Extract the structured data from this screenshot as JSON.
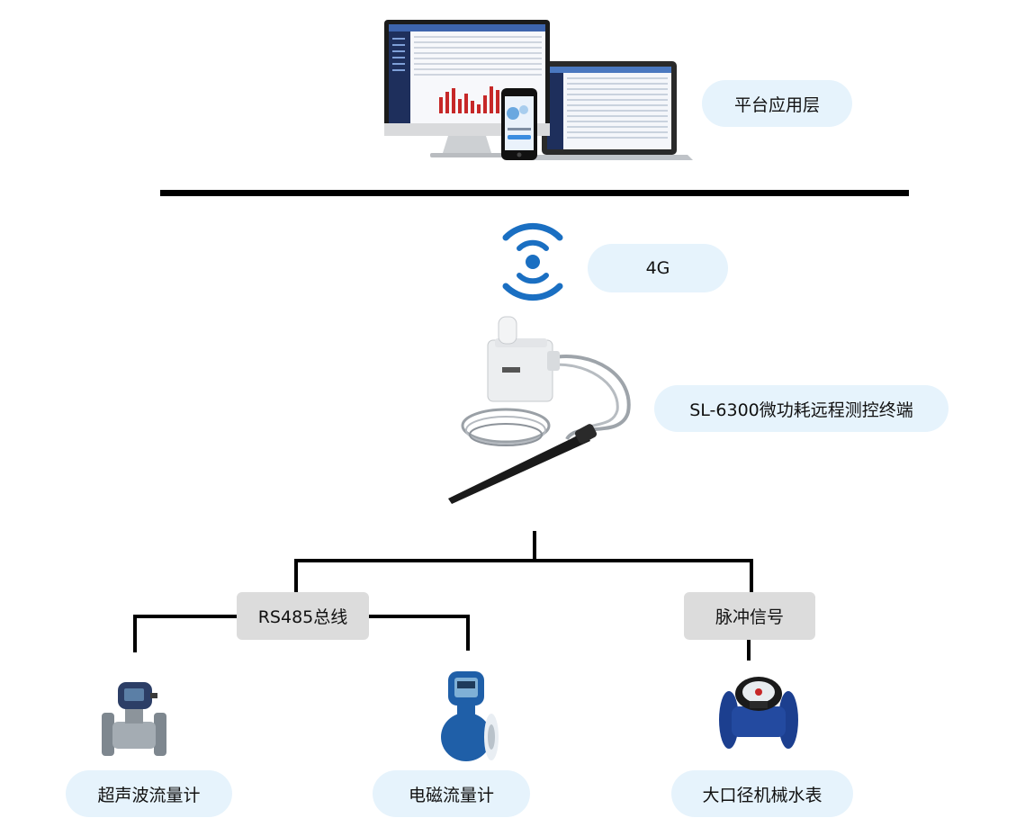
{
  "platform": {
    "label": "平台应用层"
  },
  "network": {
    "label": "4G"
  },
  "terminal": {
    "label": "SL-6300微功耗远程测控终端"
  },
  "buses": {
    "rs485": "RS485总线",
    "pulse": "脉冲信号"
  },
  "devices": [
    "超声波流量计",
    "电磁流量计",
    "大口径机械水表"
  ],
  "colors": {
    "pill_bg": "#e6f3fc",
    "box_bg": "#dcdcdc",
    "signal_blue": "#1a6fc2",
    "meter_blue": "#1f5fa8"
  }
}
